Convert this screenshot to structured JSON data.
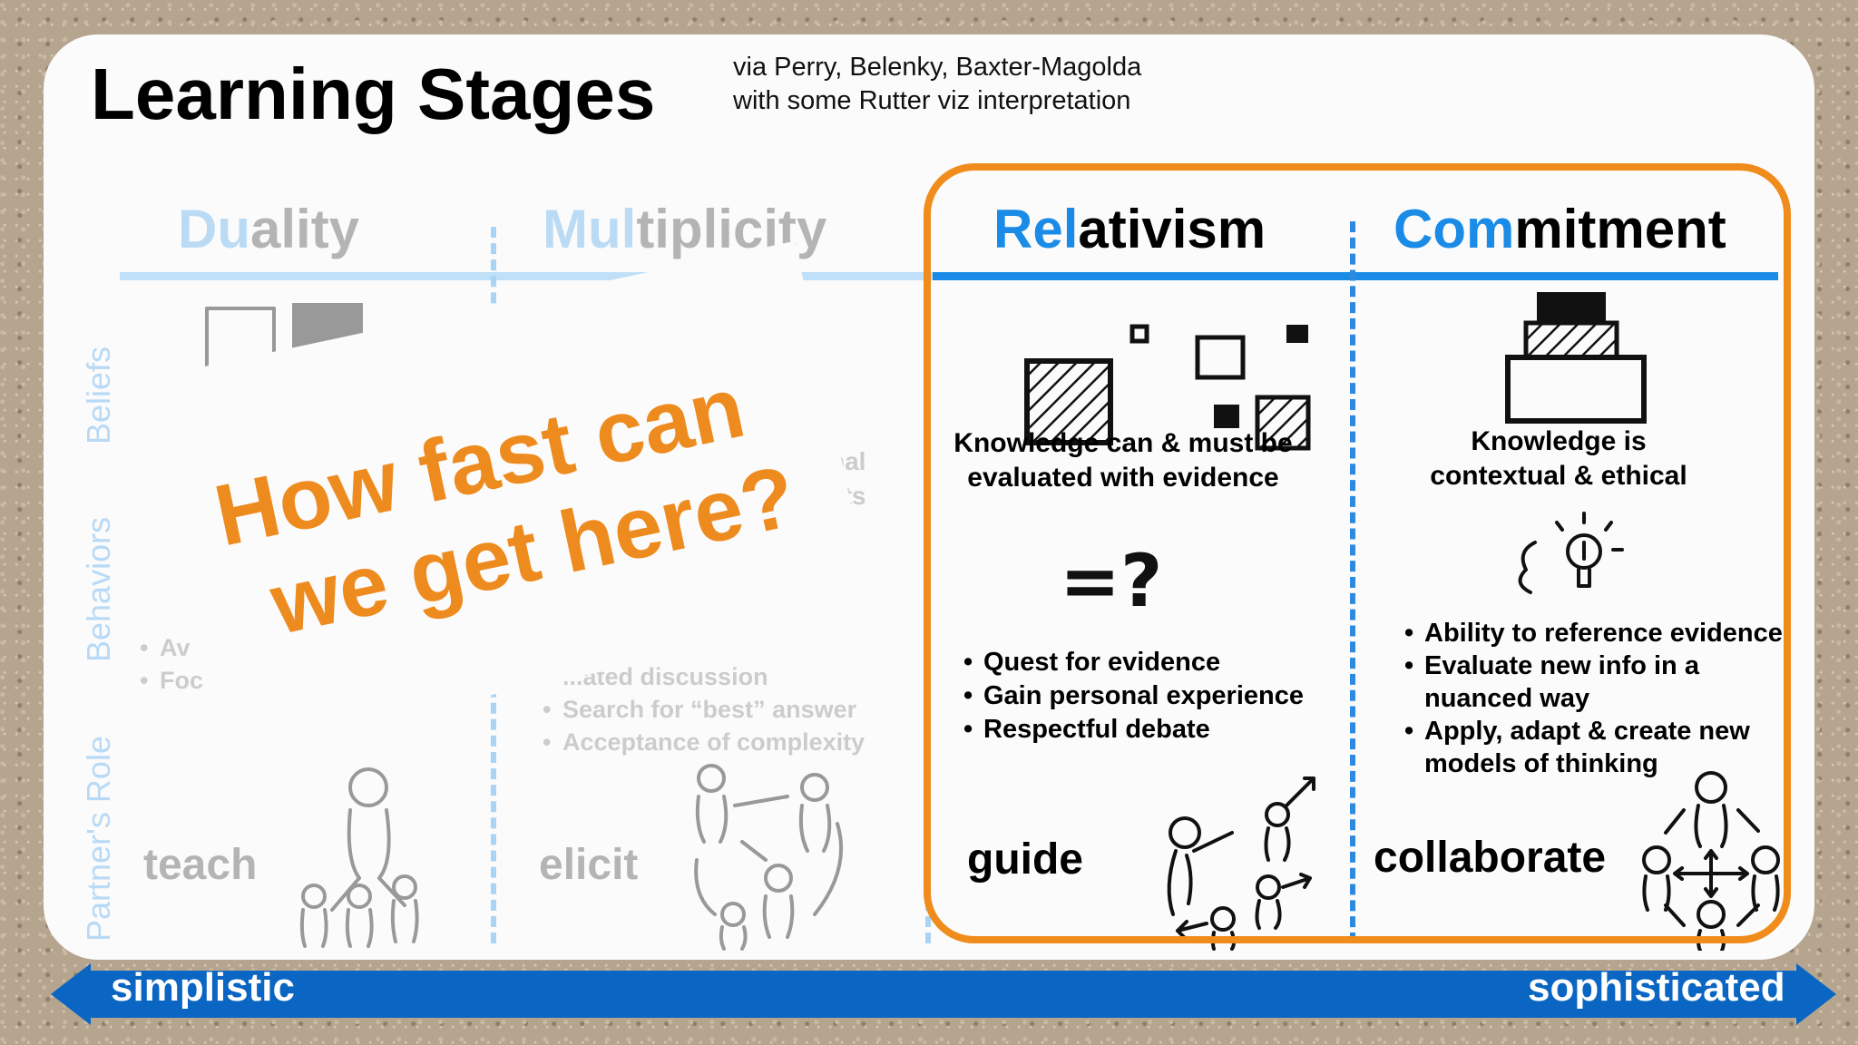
{
  "title": "Learning Stages",
  "subtitle": {
    "line1": "via Perry, Belenky, Baxter-Magolda",
    "line2": "with some Rutter viz interpretation"
  },
  "row_labels": [
    "Beliefs",
    "Behaviors",
    "Partner's Role"
  ],
  "stages": {
    "duality": {
      "title_part1": "Du",
      "title_part2": "ality",
      "bullets": [
        "Av",
        "Foc"
      ],
      "role": "teach"
    },
    "multiplicity": {
      "title_part1": "Mul",
      "title_part2": "tiplicity",
      "belief_fragment": [
        "nal",
        "cts"
      ],
      "bullets": [
        "...ated discussion",
        "Search for “best” answer",
        "Acceptance of complexity"
      ],
      "role": "elicit"
    },
    "relativism": {
      "title_part1": "Rel",
      "title_part2": "ativism",
      "belief_line1": "Knowledge can & must be",
      "belief_line2": "evaluated with evidence",
      "bullets": [
        "Quest for evidence",
        "Gain personal experience",
        "Respectful debate"
      ],
      "role": "guide"
    },
    "commitment": {
      "title_part1": "Com",
      "title_part2": "mitment",
      "belief_line1": "Knowledge is",
      "belief_line2": "contextual & ethical",
      "bullets": [
        "Ability to reference evidence",
        "Evaluate new info in a nuanced way",
        "Apply, adapt & create new models of thinking"
      ],
      "role": "collaborate"
    }
  },
  "overlay_question": {
    "line1": "How fast can",
    "line2": "we get here?"
  },
  "scale": {
    "left": "simplistic",
    "right": "sophisticated"
  },
  "colors": {
    "accent_blue": "#1a8be6",
    "highlight_orange": "#f08c1c",
    "arrow_blue": "#0a66c2"
  }
}
